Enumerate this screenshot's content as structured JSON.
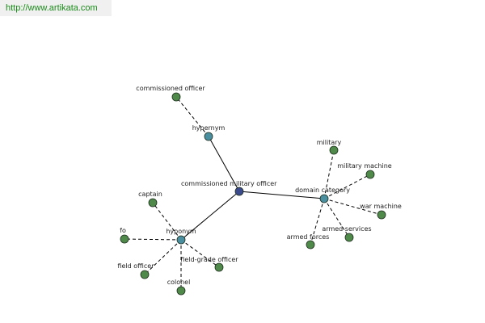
{
  "site_url": "http://www.artikata.com",
  "colors": {
    "concept_node": "#3a4a8c",
    "relation_node": "#4a8fa0",
    "term_node": "#4f8a4a",
    "edge": "#000000",
    "url_text": "#1a8a1a"
  },
  "graph": {
    "nodes": [
      {
        "id": "center",
        "label": "commissioned military officer",
        "kind": "concept"
      },
      {
        "id": "hypernym",
        "label": "hypernym",
        "kind": "relation"
      },
      {
        "id": "hyponym",
        "label": "hyponym",
        "kind": "relation"
      },
      {
        "id": "domain",
        "label": "domain category",
        "kind": "relation"
      },
      {
        "id": "comm_officer",
        "label": "commissioned officer",
        "kind": "term"
      },
      {
        "id": "captain",
        "label": "captain",
        "kind": "term"
      },
      {
        "id": "fo",
        "label": "fo",
        "kind": "term"
      },
      {
        "id": "field_officer",
        "label": "field officer",
        "kind": "term"
      },
      {
        "id": "colonel",
        "label": "colonel",
        "kind": "term"
      },
      {
        "id": "field_grade",
        "label": "field-grade officer",
        "kind": "term"
      },
      {
        "id": "military",
        "label": "military",
        "kind": "term"
      },
      {
        "id": "mil_machine",
        "label": "military machine",
        "kind": "term"
      },
      {
        "id": "war_machine",
        "label": "war machine",
        "kind": "term"
      },
      {
        "id": "armed_services",
        "label": "armed services",
        "kind": "term"
      },
      {
        "id": "armed_forces",
        "label": "armed forces",
        "kind": "term"
      }
    ],
    "edges": [
      {
        "from": "center",
        "to": "hypernym",
        "style": "solid"
      },
      {
        "from": "center",
        "to": "hyponym",
        "style": "solid"
      },
      {
        "from": "center",
        "to": "domain",
        "style": "solid"
      },
      {
        "from": "hypernym",
        "to": "comm_officer",
        "style": "dashed"
      },
      {
        "from": "hyponym",
        "to": "captain",
        "style": "dashed"
      },
      {
        "from": "hyponym",
        "to": "fo",
        "style": "dashed"
      },
      {
        "from": "hyponym",
        "to": "field_officer",
        "style": "dashed"
      },
      {
        "from": "hyponym",
        "to": "colonel",
        "style": "dashed"
      },
      {
        "from": "hyponym",
        "to": "field_grade",
        "style": "dashed"
      },
      {
        "from": "domain",
        "to": "military",
        "style": "dashed"
      },
      {
        "from": "domain",
        "to": "mil_machine",
        "style": "dashed"
      },
      {
        "from": "domain",
        "to": "war_machine",
        "style": "dashed"
      },
      {
        "from": "domain",
        "to": "armed_services",
        "style": "dashed"
      },
      {
        "from": "domain",
        "to": "armed_forces",
        "style": "dashed"
      }
    ]
  }
}
